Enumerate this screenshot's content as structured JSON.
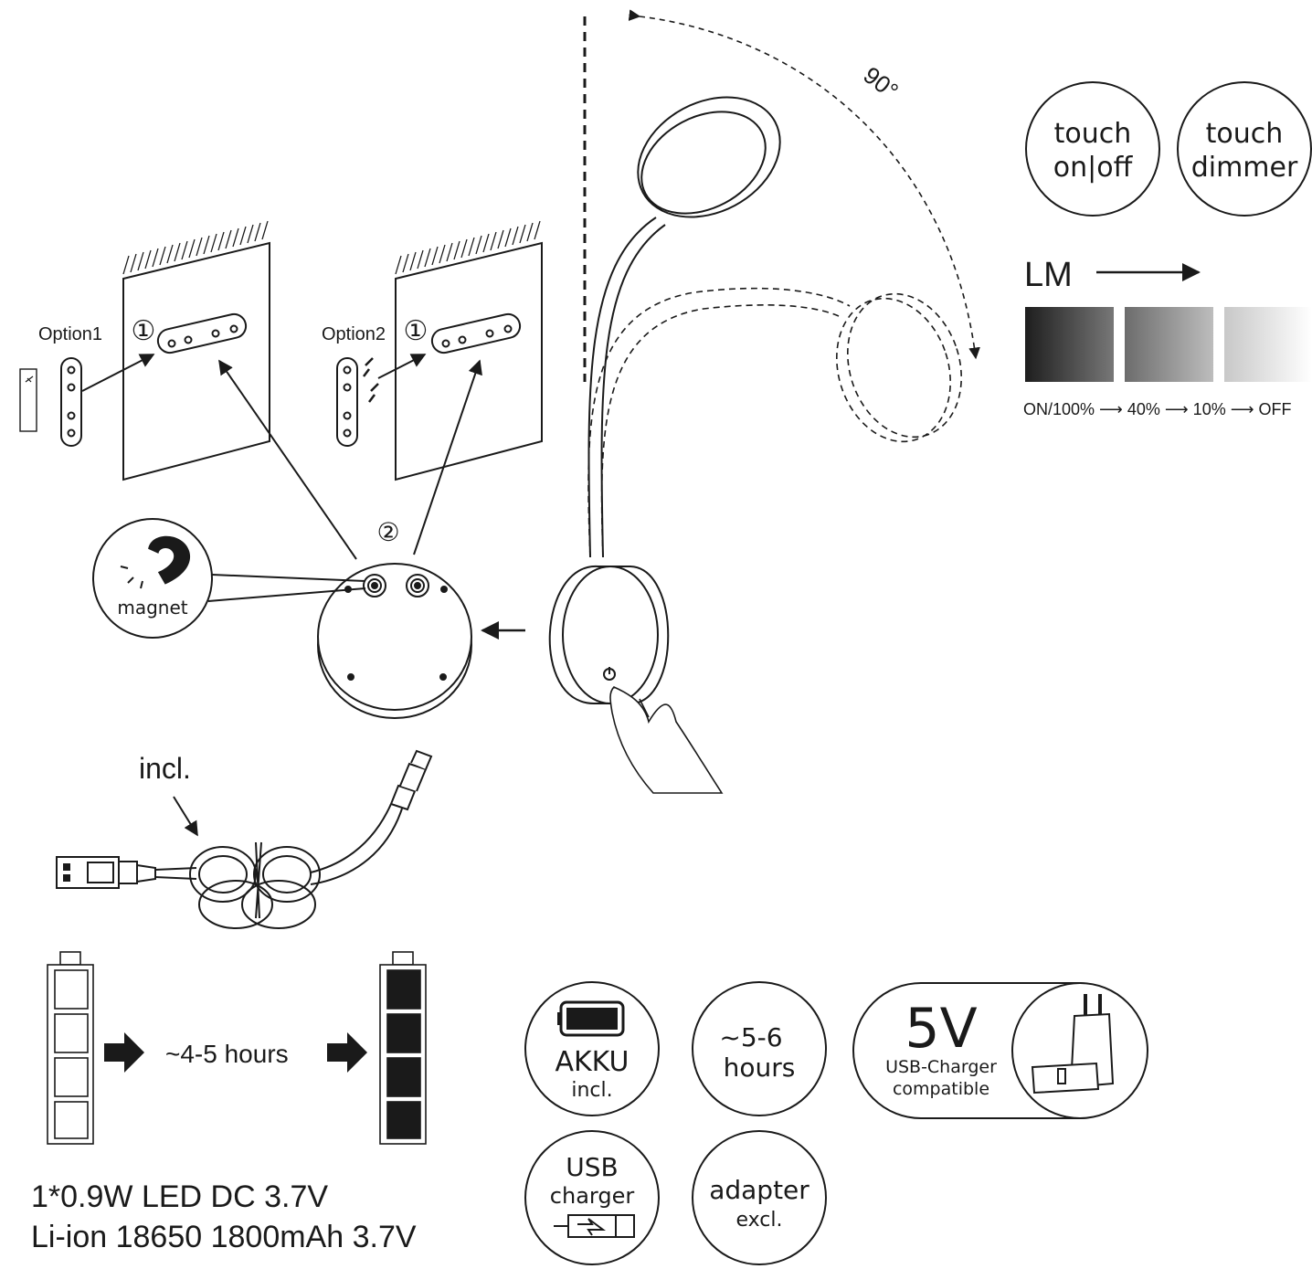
{
  "angle_label": "90°",
  "touch_onoff": {
    "line1": "touch",
    "line2": "on|off"
  },
  "touch_dimmer": {
    "line1": "touch",
    "line2": "dimmer"
  },
  "dimmer": {
    "lm_label": "LM",
    "sequence": "ON/100% ⟶ 40% ⟶ 10% ⟶ OFF",
    "levels": [
      "#2a2a2a",
      "#8a8a8a",
      "#d4d4d4"
    ]
  },
  "mounting": {
    "option1_label": "Option1",
    "option2_label": "Option2",
    "step1_label": "①",
    "step2_label": "②",
    "magnet_label": "magnet"
  },
  "cable": {
    "included_label": "incl."
  },
  "charging": {
    "duration_label": "~4-5 hours"
  },
  "badges": {
    "akku": {
      "line1": "AKKU",
      "line2": "incl."
    },
    "runtime": {
      "line1": "~5-6",
      "line2": "hours"
    },
    "charger": {
      "voltage": "5V",
      "line1": "USB-Charger",
      "line2": "compatible"
    },
    "usb": {
      "line1": "USB",
      "line2": "charger"
    },
    "adapter": {
      "line1": "adapter",
      "line2": "excl."
    }
  },
  "specs": {
    "line1": "1*0.9W LED DC 3.7V",
    "line2": "Li-ion 18650 1800mAh 3.7V"
  }
}
